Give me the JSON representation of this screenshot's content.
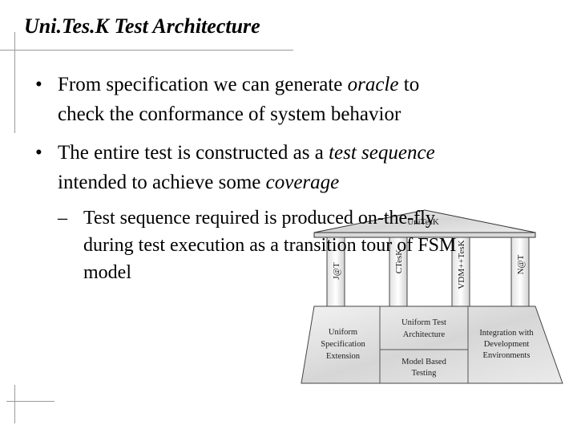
{
  "slide": {
    "title": "Uni.Tes.K Test Architecture",
    "bullets": [
      {
        "marker": "•",
        "line1": [
          "From specification we can generate ",
          "oracle",
          " to"
        ],
        "line2": "check the conformance of system behavior"
      },
      {
        "marker": "•",
        "line1": [
          "The entire test is constructed as a ",
          "test sequence"
        ],
        "line2": [
          "intended to achieve some ",
          "coverage"
        ]
      }
    ],
    "subbullet": {
      "marker": "–",
      "line1": "Test sequence required is produced on-the-fly",
      "line2": "during test execution as a transition tour of FSM",
      "line3": "model"
    }
  },
  "diagram": {
    "roof_label": "UniTesK",
    "pillars": [
      "J@T",
      "CTesK",
      "VDM++TesK",
      "N@T"
    ],
    "base": {
      "left": [
        "Uniform",
        "Specification",
        "Extension"
      ],
      "center_top": [
        "Uniform Test",
        "Architecture"
      ],
      "center_bottom": [
        "Model Based",
        "Testing"
      ],
      "right": [
        "Integration with",
        "Development",
        "Environments"
      ]
    }
  }
}
